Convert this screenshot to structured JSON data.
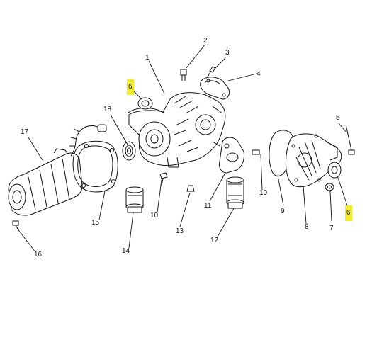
{
  "callouts": {
    "c1": "1",
    "c2": "2",
    "c3": "3",
    "c4": "4",
    "c5": "5",
    "c6a": "6",
    "c6b": "6",
    "c7": "7",
    "c8": "8",
    "c9": "9",
    "c10a": "10",
    "c10b": "10",
    "c11": "11",
    "c12": "12",
    "c13": "13",
    "c14": "14",
    "c15": "15",
    "c16": "16",
    "c17": "17",
    "c18": "18"
  },
  "colors": {
    "highlight": "#f3ec2a",
    "line": "#111111"
  }
}
